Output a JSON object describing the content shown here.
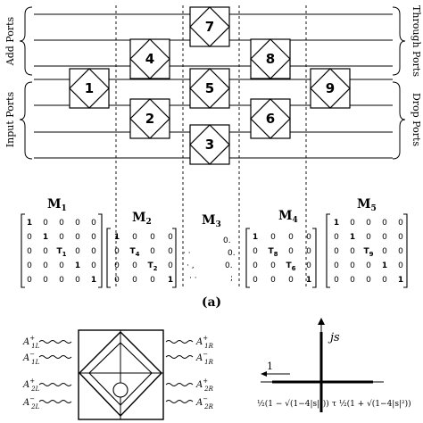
{
  "side_labels": {
    "add_ports": "Add Ports",
    "input_ports": "Input Ports",
    "through_ports": "Through Ports",
    "drop_ports": "Drop Ports"
  },
  "nodes": [
    {
      "label": "1"
    },
    {
      "label": "2"
    },
    {
      "label": "3"
    },
    {
      "label": "4"
    },
    {
      "label": "5"
    },
    {
      "label": "6"
    },
    {
      "label": "7"
    },
    {
      "label": "8"
    },
    {
      "label": "9"
    }
  ],
  "matrices": {
    "m1": {
      "title": "M",
      "sub": "1",
      "rows": [
        [
          "1",
          "0",
          "0",
          "0",
          "0"
        ],
        [
          "0",
          "1",
          "0",
          "0",
          "0"
        ],
        [
          "0",
          "0",
          "T",
          "0",
          "0"
        ],
        [
          "0",
          "0",
          "0",
          "1",
          "0"
        ],
        [
          "0",
          "0",
          "0",
          "0",
          "1"
        ]
      ],
      "t_sub": "1"
    },
    "m2": {
      "title": "M",
      "sub": "2",
      "rows": [
        [
          "1",
          "0",
          "0",
          "0"
        ],
        [
          "0",
          "T",
          "0",
          "0"
        ],
        [
          "0",
          "0",
          "T",
          "0"
        ],
        [
          "0",
          "0",
          "0",
          "1"
        ]
      ],
      "t_subs": [
        "4",
        "2"
      ]
    },
    "m3": {
      "title": "M",
      "sub": "3"
    },
    "m4": {
      "title": "M",
      "sub": "4",
      "rows": [
        [
          "1",
          "0",
          "0",
          "0"
        ],
        [
          "0",
          "T",
          "0",
          "0"
        ],
        [
          "0",
          "0",
          "T",
          "0"
        ],
        [
          "0",
          "0",
          "0",
          "1"
        ]
      ],
      "t_subs": [
        "8",
        "6"
      ]
    },
    "m5": {
      "title": "M",
      "sub": "5",
      "rows": [
        [
          "1",
          "0",
          "0",
          "0",
          "0"
        ],
        [
          "0",
          "1",
          "0",
          "0",
          "0"
        ],
        [
          "0",
          "0",
          "T",
          "0",
          "0"
        ],
        [
          "0",
          "0",
          "0",
          "1",
          "0"
        ],
        [
          "0",
          "0",
          "0",
          "0",
          "1"
        ]
      ],
      "t_sub": "9"
    }
  },
  "subfigure_label": "(a)",
  "port_labels": {
    "left": [
      "A",
      "A",
      "A",
      "A"
    ],
    "right": [
      "A",
      "A",
      "A",
      "A"
    ]
  },
  "plot_labels": {
    "y_axis": "js",
    "one": "1",
    "left_formula": "½(1 − √(1−4|s|²))",
    "right_formula": "τ ½(1 + √(1−4|s|²))"
  }
}
